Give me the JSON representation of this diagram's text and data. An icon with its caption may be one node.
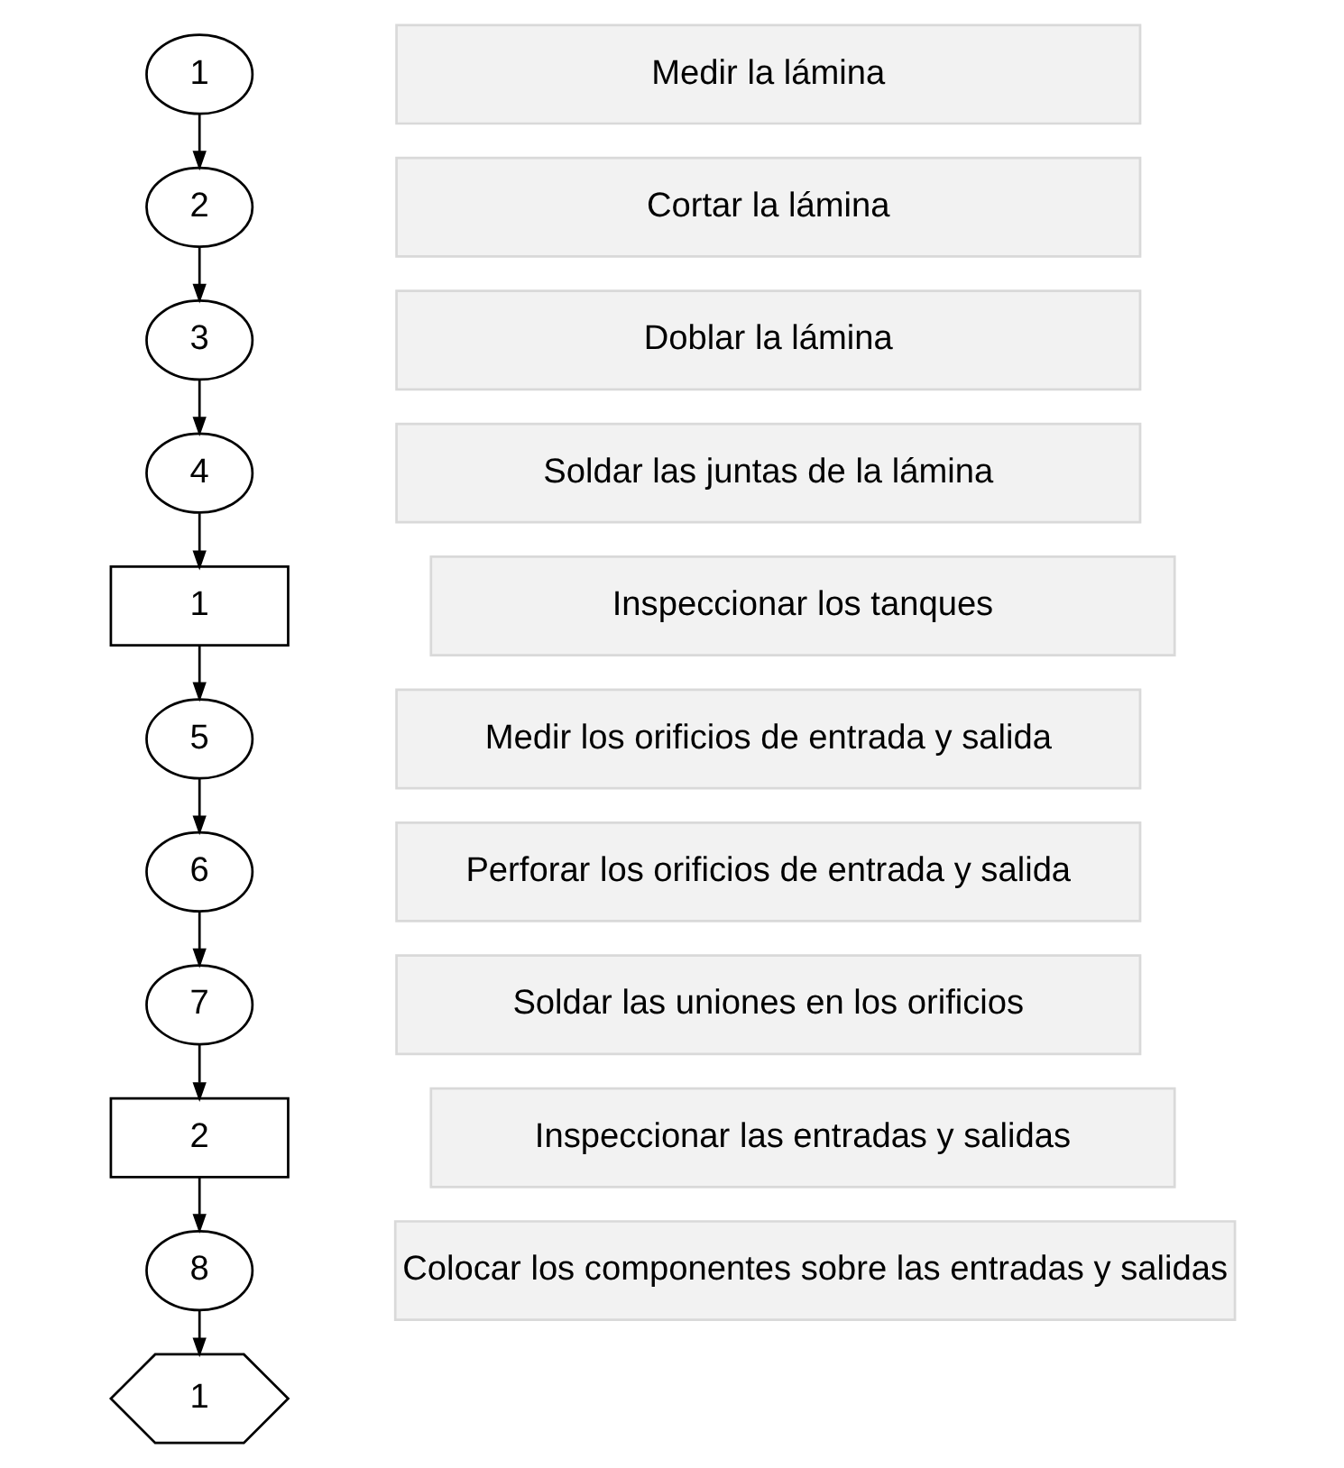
{
  "diagram": {
    "nodes": [
      {
        "text": [
          "1"
        ]
      },
      {
        "text": [
          "Medir la lámina"
        ]
      },
      {
        "text": [
          "2"
        ]
      },
      {
        "text": [
          "Cortar la lámina"
        ]
      },
      {
        "text": [
          "3"
        ]
      },
      {
        "text": [
          "Doblar la lámina"
        ]
      },
      {
        "text": [
          "4"
        ]
      },
      {
        "text": [
          "Soldar las juntas de la lámina"
        ]
      },
      {
        "text": [
          "1"
        ]
      },
      {
        "text": [
          "Inspeccionar los tanques"
        ]
      },
      {
        "text": [
          "5"
        ]
      },
      {
        "text": [
          "Medir los orificios de entrada y salida"
        ]
      },
      {
        "text": [
          "6"
        ]
      },
      {
        "text": [
          "Perforar los orificios de entrada y salida"
        ]
      },
      {
        "text": [
          "7"
        ]
      },
      {
        "text": [
          "Soldar las uniones en los orificios"
        ]
      },
      {
        "text": [
          "2"
        ]
      },
      {
        "text": [
          "Inspeccionar las entradas y salidas"
        ]
      },
      {
        "text": [
          "8"
        ]
      },
      {
        "text": [
          "Colocar los componentes sobre las entradas y salidas"
        ]
      },
      {
        "text": [
          "1"
        ]
      }
    ],
    "edges": [
      {
        "from": 0,
        "to": 2,
        "arrow": "to"
      },
      {
        "from": 2,
        "to": 4,
        "arrow": "to"
      },
      {
        "from": 4,
        "to": 6,
        "arrow": "to"
      },
      {
        "from": 6,
        "to": 8,
        "arrow": "to"
      },
      {
        "from": 8,
        "to": 10,
        "arrow": "to"
      },
      {
        "from": 10,
        "to": 12,
        "arrow": "to"
      },
      {
        "from": 12,
        "to": 14,
        "arrow": "to"
      },
      {
        "from": 14,
        "to": 16,
        "arrow": "to"
      },
      {
        "from": 16,
        "to": 18,
        "arrow": "to"
      },
      {
        "from": 18,
        "to": 20,
        "arrow": "to"
      }
    ]
  }
}
